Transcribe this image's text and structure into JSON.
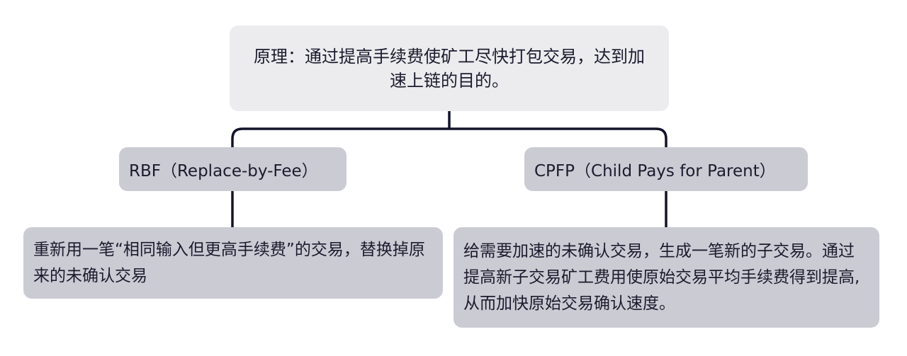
{
  "root": {
    "text": "原理：通过提高手续费使矿工尽快打包交易，达到加速上链的目的。"
  },
  "branches": [
    {
      "label": "RBF（Replace-by-Fee）",
      "description": "重新用一笔“相同输入但更高手续费”的交易，替换掉原来的未确认交易"
    },
    {
      "label": "CPFP（Child Pays for Parent）",
      "description": "给需要加速的未确认交易，生成一笔新的子交易。通过提高新子交易矿工费用使原始交易平均手续费得到提高, 从而加快原始交易确认速度。"
    }
  ],
  "colors": {
    "root_fill": "#ececef",
    "node_fill": "#cbcbd4",
    "connector": "#13132b",
    "text": "#1b1b2e"
  }
}
